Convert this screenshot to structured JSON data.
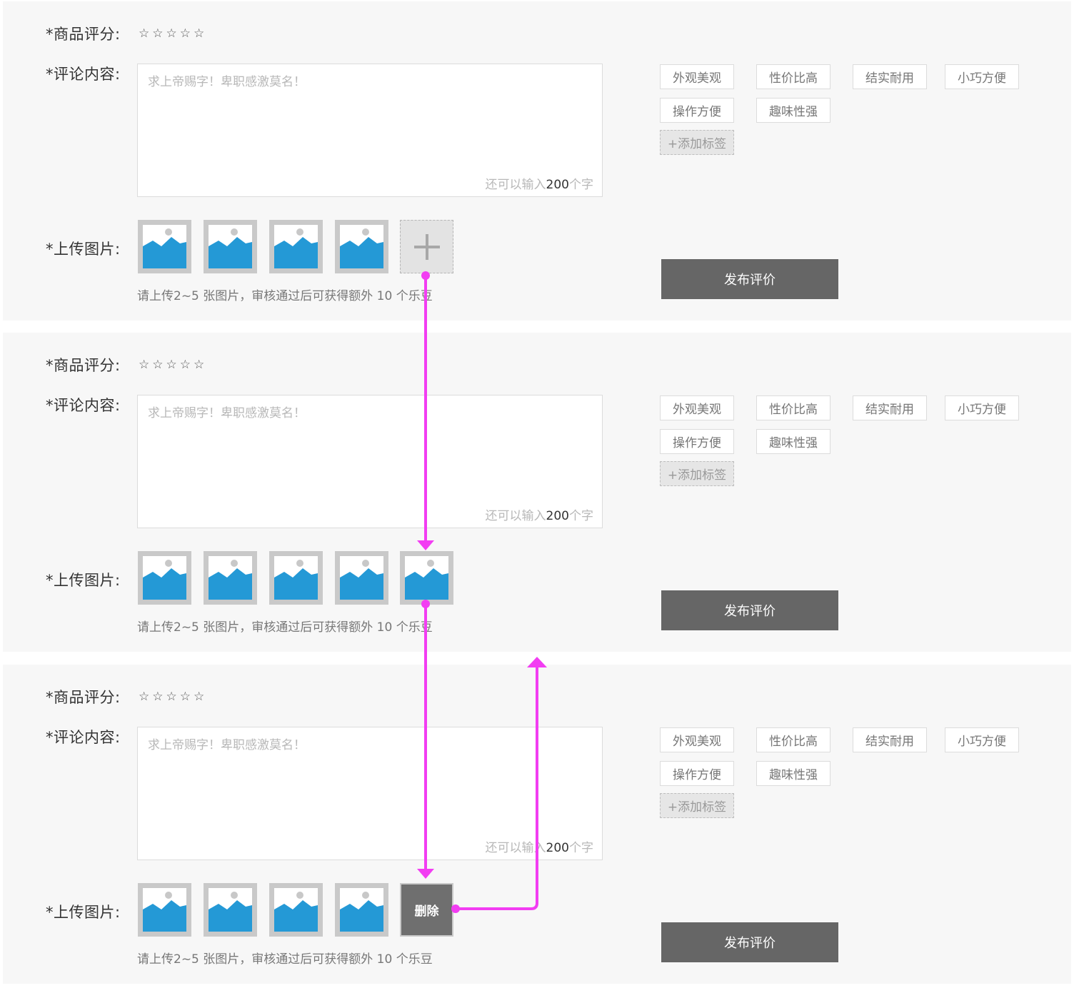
{
  "form": {
    "rating_label": "*商品评分:",
    "content_label": "*评论内容:",
    "upload_label": "*上传图片:",
    "placeholder": "求上帝赐字！卑职感激莫名！",
    "counter_prefix": "还可以输入",
    "counter_num": "200",
    "counter_suffix": "个字",
    "hint": "请上传2~5 张图片，审核通过后可获得额外 10 个乐豆",
    "submit": "发布评价",
    "stars": [
      "☆",
      "☆",
      "☆",
      "☆",
      "☆"
    ],
    "tags": [
      "外观美观",
      "性价比高",
      "结实耐用",
      "小巧方便",
      "操作方便",
      "趣味性强"
    ],
    "add_tag": "+添加标签",
    "delete": "删除"
  },
  "panels": [
    {
      "slot5": "add"
    },
    {
      "slot5": "image"
    },
    {
      "slot5": "delete"
    }
  ],
  "colors": {
    "accent_arrow": "#f23df2",
    "image_blue": "#2499d6",
    "button_gray": "#666666"
  }
}
